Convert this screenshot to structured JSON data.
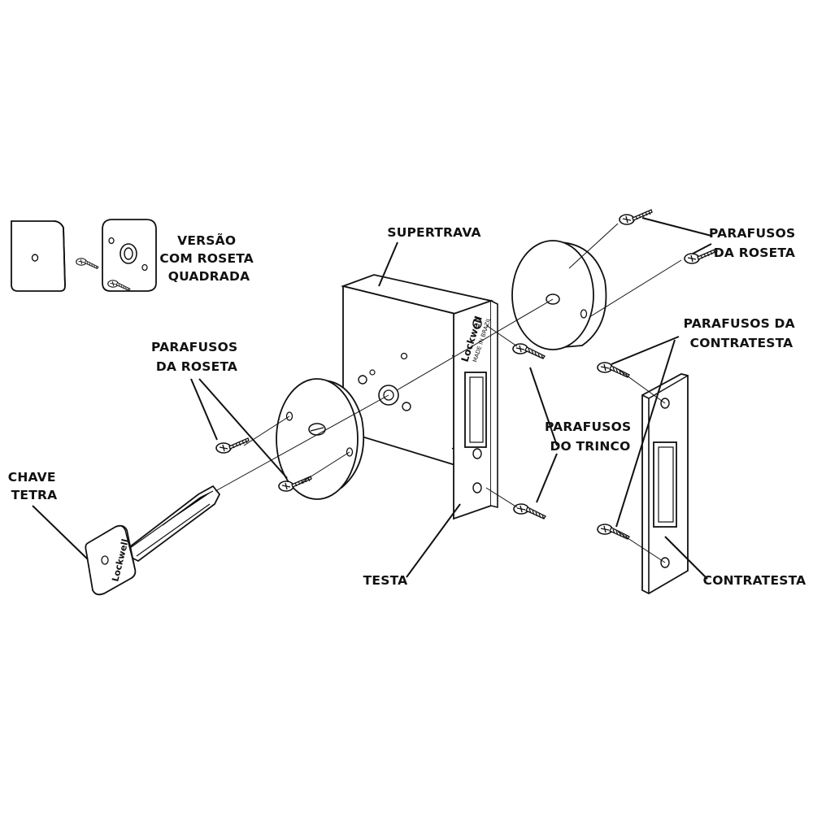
{
  "labels": {
    "versao": [
      "VERSÃO",
      "COM ROSETA",
      "QUADRADA"
    ],
    "supertrava": "SUPERTRAVA",
    "parafusos_roseta_right": [
      "PARAFUSOS",
      "DA ROSETA"
    ],
    "parafusos_roseta_left": [
      "PARAFUSOS",
      "DA ROSETA"
    ],
    "parafusos_contratesta": [
      "PARAFUSOS DA",
      "CONTRATESTA"
    ],
    "parafusos_trinco": [
      "PARAFUSOS",
      "DO TRINCO"
    ],
    "chave_tetra": [
      "CHAVE",
      "TETRA"
    ],
    "testa": "TESTA",
    "contratesta": "CONTRATESTA"
  },
  "brand": {
    "name": "Lockwell",
    "origin": "MADE IN BRAZIL"
  },
  "colors": {
    "ink": "#111111",
    "fill": "#ffffff",
    "shade": "#e6e6e6"
  }
}
